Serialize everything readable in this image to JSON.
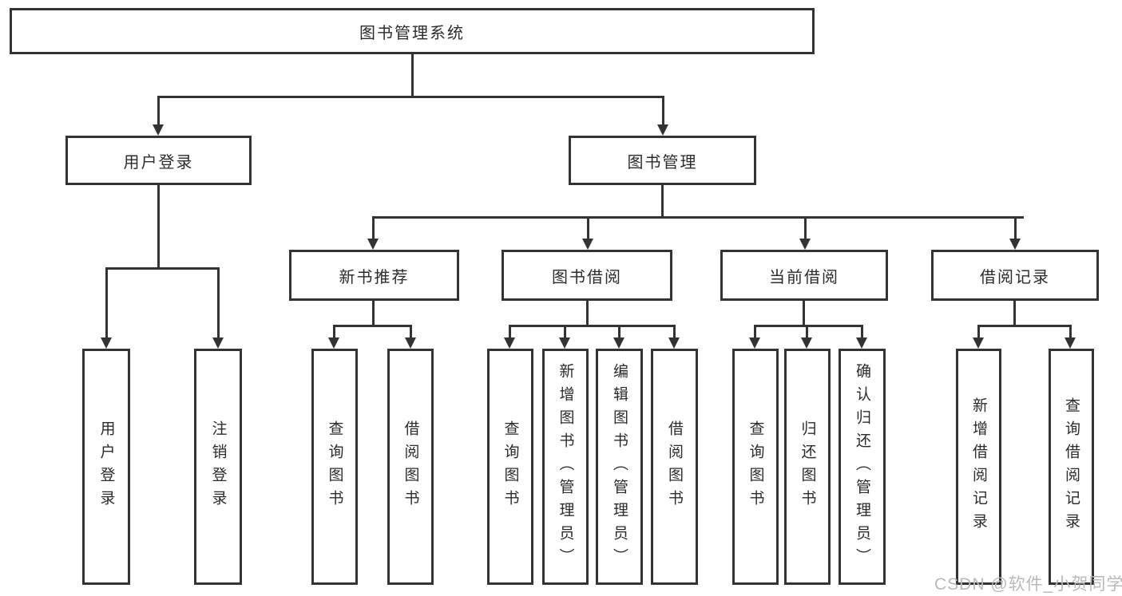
{
  "tree": {
    "root": {
      "label": "图书管理系统"
    },
    "branches": [
      {
        "label": "用户登录",
        "leaves": [
          "用户登录",
          "注销登录"
        ]
      },
      {
        "label": "图书管理",
        "groups": [
          {
            "label": "新书推荐",
            "leaves": [
              "查询图书",
              "借阅图书"
            ]
          },
          {
            "label": "图书借阅",
            "leaves": [
              "查询图书",
              "新增图书（管理员）",
              "编辑图书（管理员）",
              "借阅图书"
            ]
          },
          {
            "label": "当前借阅",
            "leaves": [
              "查询图书",
              "归还图书",
              "确认归还（管理员）"
            ]
          },
          {
            "label": "借阅记录",
            "leaves": [
              "新增借阅记录",
              "查询借阅记录"
            ]
          }
        ]
      }
    ]
  },
  "watermark": "CSDN @软件_小贺同学",
  "colors": {
    "line": "#333333",
    "text": "#2b2b2b",
    "watermark": "#b9b9b9",
    "background": "#ffffff"
  }
}
